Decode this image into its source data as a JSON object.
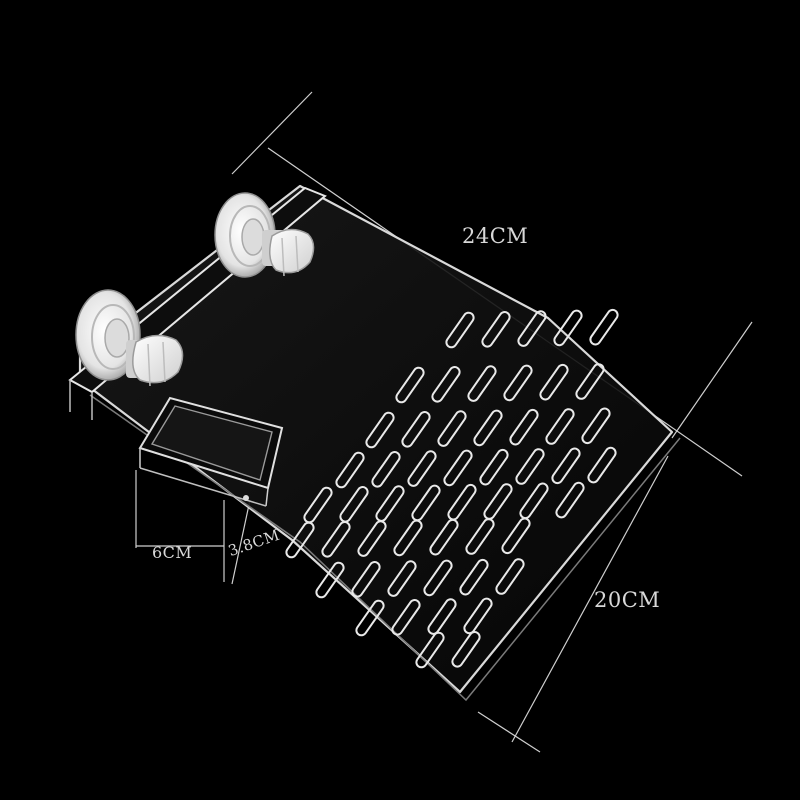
{
  "dimensions": {
    "length": "24CM",
    "width": "20CM",
    "feeder_width": "6CM",
    "feeder_depth": "3.8CM"
  },
  "colors": {
    "background": "#000000",
    "acrylic_edge": "#e6e6e6",
    "dimension_line": "#cfcfcf",
    "suction_cup": "#f2f2f2"
  }
}
